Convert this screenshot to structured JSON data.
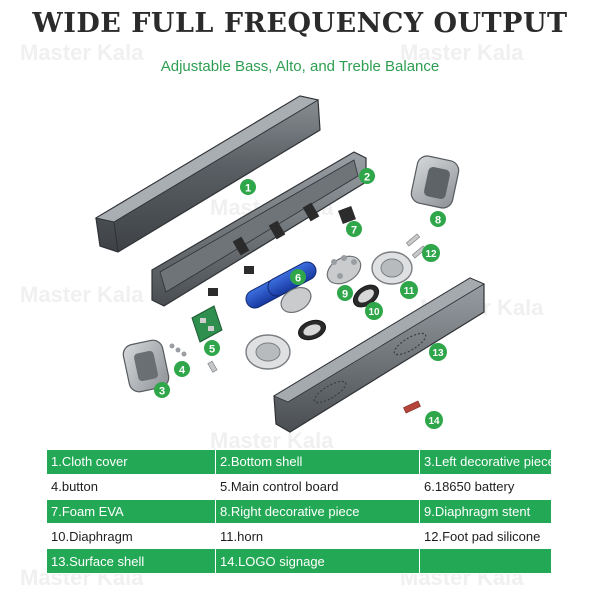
{
  "header": {
    "title": "WIDE FULL FREQUENCY OUTPUT",
    "subtitle": "Adjustable Bass, Alto, and Treble Balance"
  },
  "watermark": {
    "text": "Master Kala"
  },
  "colors": {
    "accent_green": "#23a855",
    "subtitle_green": "#2e9e52",
    "callout_green": "#2fa64a",
    "shell_gray": "#5c6166"
  },
  "callouts": [
    "1",
    "2",
    "3",
    "4",
    "5",
    "6",
    "7",
    "8",
    "9",
    "10",
    "11",
    "12",
    "13",
    "14"
  ],
  "legend": {
    "rows": [
      [
        "1.Cloth cover",
        "2.Bottom shell",
        "3.Left decorative piece"
      ],
      [
        "4.button",
        "5.Main control board",
        "6.18650 battery"
      ],
      [
        "7.Foam EVA",
        "8.Right decorative piece",
        "9.Diaphragm stent"
      ],
      [
        "10.Diaphragm",
        "11.horn",
        "12.Foot pad silicone"
      ],
      [
        "13.Surface shell",
        "14.LOGO signage",
        ""
      ]
    ]
  }
}
